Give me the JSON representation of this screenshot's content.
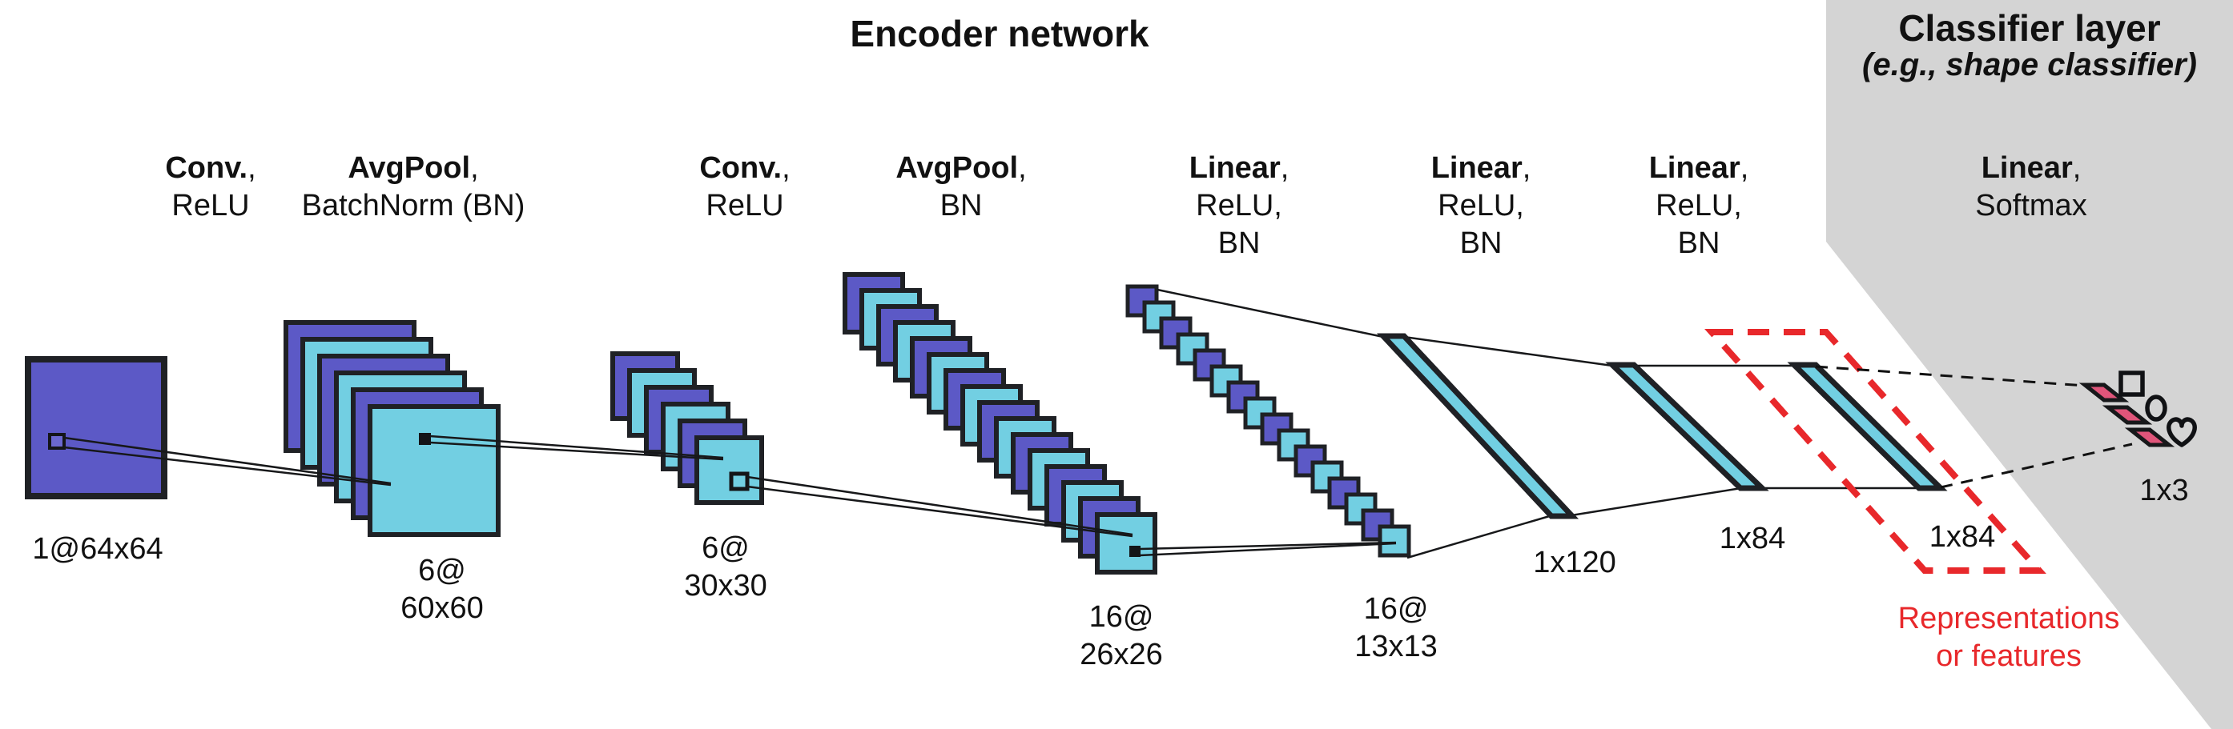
{
  "titles": {
    "encoder": "Encoder network",
    "classifier": "Classifier layer",
    "classifier_sub": "(e.g., shape classifier)"
  },
  "layer_labels": [
    {
      "op": "Conv.",
      "sep": ",",
      "lines": [
        "ReLU"
      ]
    },
    {
      "op": "AvgPool",
      "sep": ",",
      "lines": [
        "BatchNorm (BN)"
      ]
    },
    {
      "op": "Conv.",
      "sep": ",",
      "lines": [
        "ReLU"
      ]
    },
    {
      "op": "AvgPool",
      "sep": ",",
      "lines": [
        "BN"
      ]
    },
    {
      "op": "Linear",
      "sep": ",",
      "lines": [
        "ReLU,",
        "BN"
      ]
    },
    {
      "op": "Linear",
      "sep": ",",
      "lines": [
        "ReLU,",
        "BN"
      ]
    },
    {
      "op": "Linear",
      "sep": ",",
      "lines": [
        "ReLU,",
        "BN"
      ]
    },
    {
      "op": "Linear",
      "sep": ",",
      "lines": [
        "Softmax"
      ]
    }
  ],
  "dims": [
    [
      "1@64x64"
    ],
    [
      "6@",
      "60x60"
    ],
    [
      "6@",
      "30x30"
    ],
    [
      "16@",
      "26x26"
    ],
    [
      "16@",
      "13x13"
    ],
    [
      "1x120"
    ],
    [
      "1x84"
    ],
    [
      "1x84"
    ],
    [
      "1x3"
    ]
  ],
  "annotation": {
    "line1": "Representations",
    "line2": "or features"
  },
  "output": {
    "class_icons": [
      "square",
      "oval",
      "heart"
    ],
    "vector_label": "1x3"
  },
  "colors": {
    "purple": "#5c59c6",
    "cyan": "#72cfe2",
    "outline": "#1f2125",
    "line": "#17181a",
    "red": "#e8282b",
    "pink": "#e0557a",
    "panel": "#d4d4d4",
    "text": "#111111"
  }
}
